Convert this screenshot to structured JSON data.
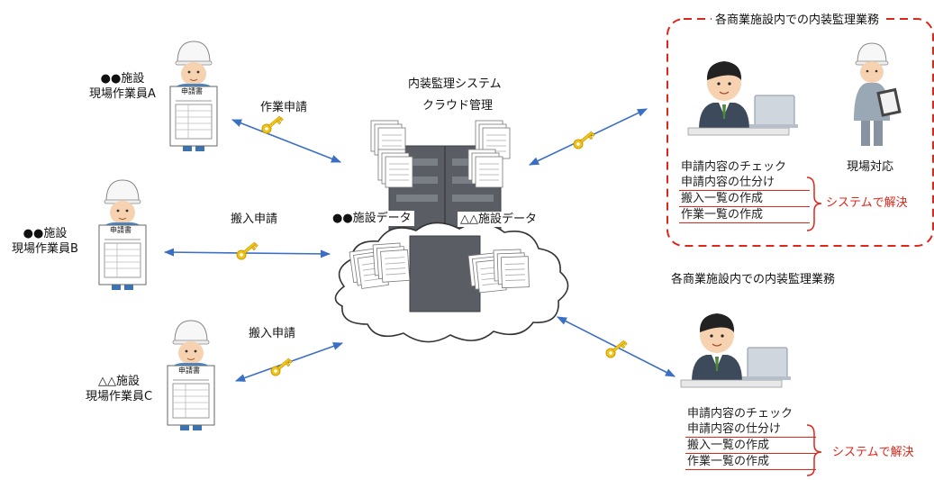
{
  "workers": [
    {
      "facility": "●●施設",
      "role": "現場作業員A"
    },
    {
      "facility": "●●施設",
      "role": "現場作業員B"
    },
    {
      "facility": "△△施設",
      "role": "現場作業員C"
    }
  ],
  "worker_sheet_label": "申請書",
  "requests": [
    "作業申請",
    "搬入申請",
    "搬入申請"
  ],
  "system": {
    "title": "内装監理システム",
    "subtitle": "クラウド管理"
  },
  "facility_data": [
    "●●施設データ",
    "△△施設データ"
  ],
  "top_panel": {
    "title": "各商業施設内での内装監理業務",
    "tasks": [
      "申請内容のチェック",
      "申請内容の仕分け",
      "搬入一覧の作成",
      "作業一覧の作成"
    ],
    "field_label": "現場対応",
    "solved_label": "システムで解決"
  },
  "bottom_panel": {
    "title": "各商業施設内での内装監理業務",
    "tasks": [
      "申請内容のチェック",
      "申請内容の仕分け",
      "搬入一覧の作成",
      "作業一覧の作成"
    ],
    "solved_label": "システムで解決"
  },
  "colors": {
    "arrow": "#3b6fc6",
    "key": "#f0c419",
    "dashed_border": "#e0261b",
    "solved": "#e0261b",
    "cloud_fill": "#ffffff"
  }
}
